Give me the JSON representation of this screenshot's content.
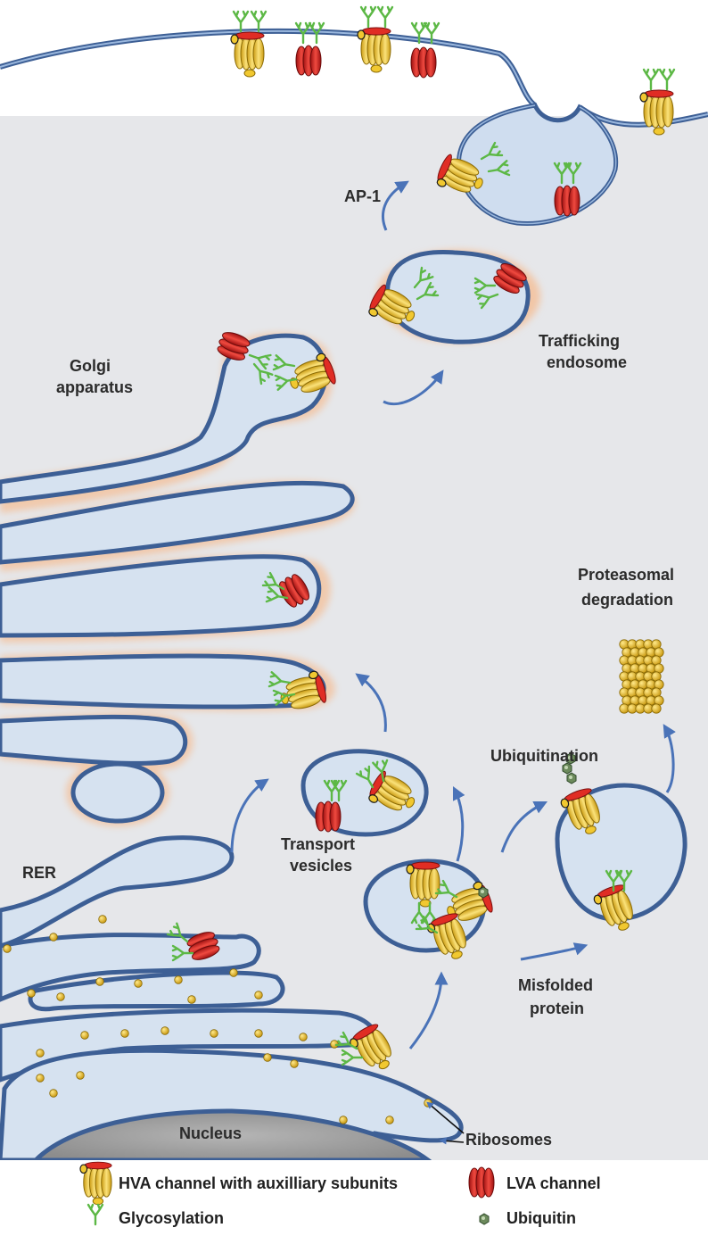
{
  "labels": {
    "ap1": "AP-1",
    "trafficking_line1": "Trafficking",
    "trafficking_line2": "endosome",
    "golgi_line1": "Golgi",
    "golgi_line2": "apparatus",
    "proteasomal_line1": "Proteasomal",
    "proteasomal_line2": "degradation",
    "ubiquitination": "Ubiquitination",
    "transport_line1": "Transport",
    "transport_line2": "vesicles",
    "rer": "RER",
    "misfolded_line1": "Misfolded",
    "misfolded_line2": "protein",
    "nucleus": "Nucleus",
    "ribosomes": "Ribosomes"
  },
  "legend": {
    "hva": "HVA channel with auxilliary subunits",
    "lva": "LVA channel",
    "glyco": "Glycosylation",
    "ubiquitin": "Ubiquitin"
  },
  "colors": {
    "cytoplasm": "#e6e7ea",
    "lumen": "#d6e2f0",
    "membrane_dark": "#3d5f95",
    "membrane_light": "#7fa3d0",
    "golgi_glow": "#f2c6a6",
    "arrow": "#4a73b8",
    "hva_yellow": "#f1c830",
    "hva_red": "#e02d24",
    "lva_red": "#d42222",
    "glyco_green": "#5cb845",
    "ubiquitin_green": "#6c8a5c",
    "ribosome": "#e0b020",
    "nucleus": "#9a9a9a"
  },
  "icons": [
    "hva-channel-icon",
    "lva-channel-icon",
    "glycosylation-icon",
    "ubiquitin-icon"
  ]
}
